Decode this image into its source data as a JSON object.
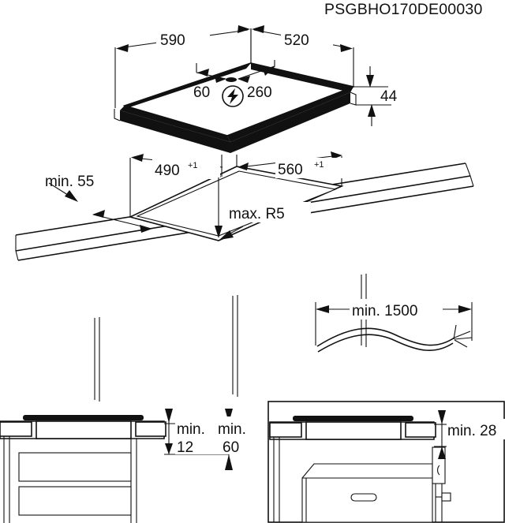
{
  "drawing": {
    "code": "PSGBHO170DE00030",
    "type": "hob installation dimension drawing",
    "units": "mm"
  },
  "hob_view": {
    "name": "hob-isometric-view",
    "dimensions": {
      "width": "590",
      "depth": "520",
      "height": "44",
      "cable_offset_left": "60",
      "cable_offset_right": "260"
    },
    "icons": {
      "electrical": "lightning-bolt-icon"
    }
  },
  "cutout_view": {
    "name": "worktop-cutout-view",
    "dimensions": {
      "cutout_depth": "490",
      "cutout_depth_tol": "+1",
      "cutout_width": "560",
      "cutout_width_tol": "+1",
      "edge_distance": "min. 55",
      "corner_radius": "max. R5"
    }
  },
  "cable_view": {
    "name": "power-cable-view",
    "dimensions": {
      "cable_length": "min. 1500"
    }
  },
  "section_left": {
    "name": "section-with-drawers",
    "dimensions": {
      "gap_under_hob": "min.",
      "gap_under_hob_value": "12",
      "clearance": "min.",
      "clearance_value": "60"
    }
  },
  "section_right": {
    "name": "section-with-oven",
    "dimensions": {
      "oven_clearance": "min. 28"
    }
  }
}
